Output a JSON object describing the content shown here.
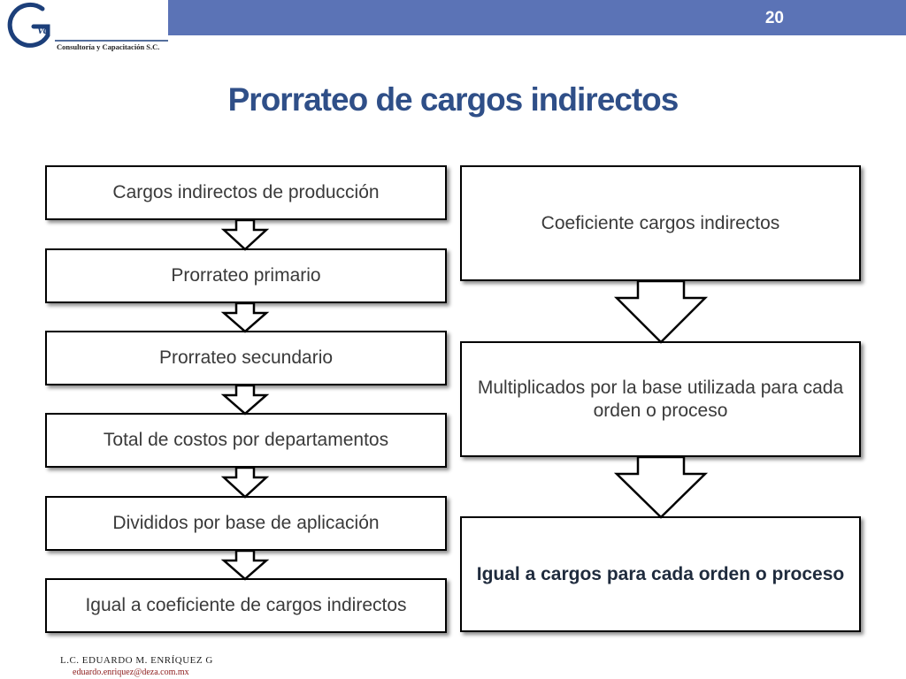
{
  "slide": {
    "number": "20"
  },
  "logo": {
    "letters": "Gva",
    "caption": "Consultoría y Capacitación S.C.",
    "primary_color": "#1c3f7a"
  },
  "title": "Prorrateo de cargos indirectos",
  "left_column": [
    "Cargos indirectos de producción",
    "Prorrateo primario",
    "Prorrateo secundario",
    "Total de costos por departamentos",
    "Divididos por base de aplicación",
    "Igual a coeficiente de cargos indirectos"
  ],
  "right_column": [
    "Coeficiente cargos indirectos",
    "Multiplicados por la base utilizada para cada orden o proceso",
    "Igual a cargos para cada orden o proceso"
  ],
  "footer": {
    "author": "L.C. EDUARDO M. ENRÍQUEZ G",
    "email": "eduardo.enriquez@deza.com.mx"
  },
  "colors": {
    "accent_bar": "#5b73b6",
    "title": "#2f4f88"
  }
}
